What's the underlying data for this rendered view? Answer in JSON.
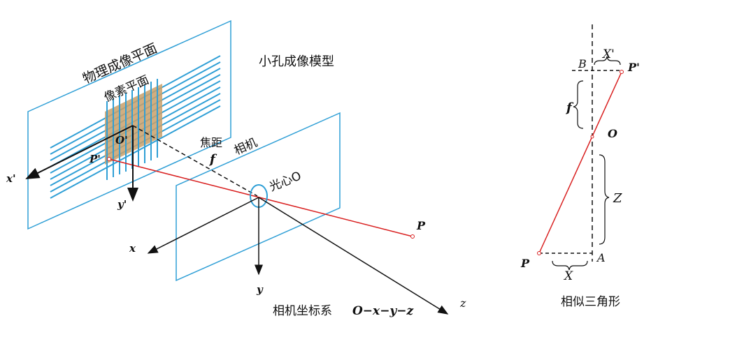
{
  "pinhole": {
    "title": "小孔成像模型",
    "physical_plane": "物理成像平面",
    "pixel_plane": "像素平面",
    "focal_label": "焦距",
    "focal_symbol": "f",
    "camera_label": "相机",
    "optical_center": "光心O",
    "o_prime": "O'",
    "p_prime": "P'",
    "p": "P",
    "x_prime": "x'",
    "y_prime": "y'",
    "x": "x",
    "y": "y",
    "z": "z",
    "coord_label": "相机坐标系",
    "coord_formula": "O−x−y−z"
  },
  "similar": {
    "title": "相似三角形",
    "B": "B",
    "X_prime": "X'",
    "P_prime": "P'",
    "f": "f",
    "O": "O",
    "Z": "Z",
    "P": "P",
    "A": "A",
    "X": "X"
  },
  "colors": {
    "plane": "#2f9fd6",
    "ray": "#d92020",
    "pixel": "#c9a06a",
    "axis": "#111111"
  }
}
